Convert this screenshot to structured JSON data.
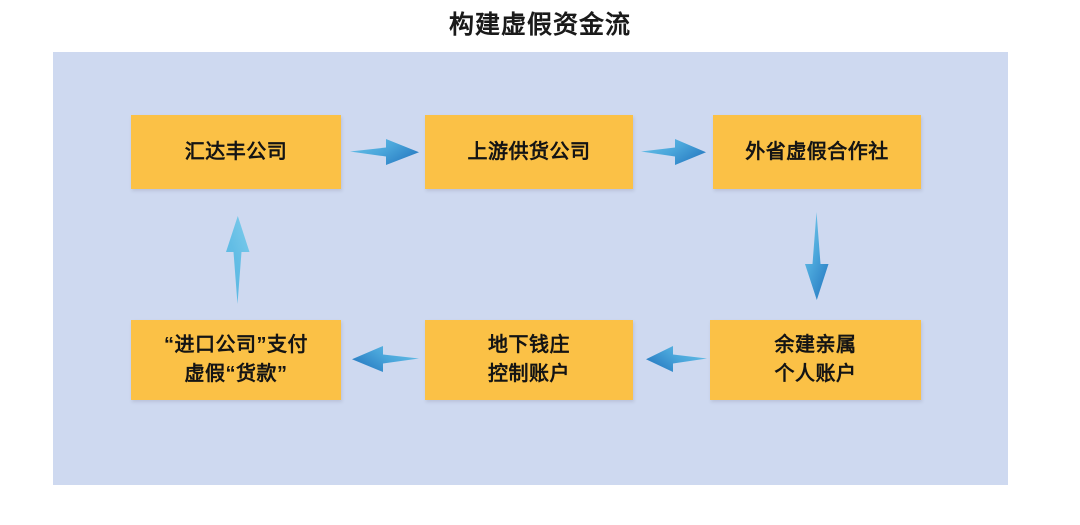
{
  "title": "构建虚假资金流",
  "panel": {
    "background_color": "#ced9f0"
  },
  "palette": {
    "box_fill": "#fbc146",
    "box_text": "#141414",
    "arrow_light": "#6ec6e8",
    "arrow_dark": "#2f86c8",
    "panel_bg": "#ced9f0",
    "page_bg": "#ffffff",
    "title_text": "#1a1a1a"
  },
  "chart_data": {
    "type": "diagram",
    "title": "构建虚假资金流",
    "nodes": [
      {
        "id": "node-0",
        "label": "汇达丰公司",
        "row": "top",
        "column": 1
      },
      {
        "id": "node-1",
        "label": "上游供货公司",
        "row": "top",
        "column": 2
      },
      {
        "id": "node-2",
        "label": "外省虚假合作社",
        "row": "top",
        "column": 3
      },
      {
        "id": "node-3",
        "label": "“进口公司”支付\n虚假“货款”",
        "row": "bottom",
        "column": 1
      },
      {
        "id": "node-4",
        "label": "地下钱庄\n控制账户",
        "row": "bottom",
        "column": 2
      },
      {
        "id": "node-5",
        "label": "余建亲属\n个人账户",
        "row": "bottom",
        "column": 3
      }
    ],
    "edges": [
      {
        "id": "arrow-0",
        "from": "node-0",
        "to": "node-1",
        "direction": "right"
      },
      {
        "id": "arrow-1",
        "from": "node-1",
        "to": "node-2",
        "direction": "right"
      },
      {
        "id": "arrow-2",
        "from": "node-2",
        "to": "node-5",
        "direction": "down"
      },
      {
        "id": "arrow-3",
        "from": "node-5",
        "to": "node-4",
        "direction": "left"
      },
      {
        "id": "arrow-4",
        "from": "node-4",
        "to": "node-3",
        "direction": "left"
      },
      {
        "id": "arrow-5",
        "from": "node-3",
        "to": "node-0",
        "direction": "up"
      }
    ]
  }
}
